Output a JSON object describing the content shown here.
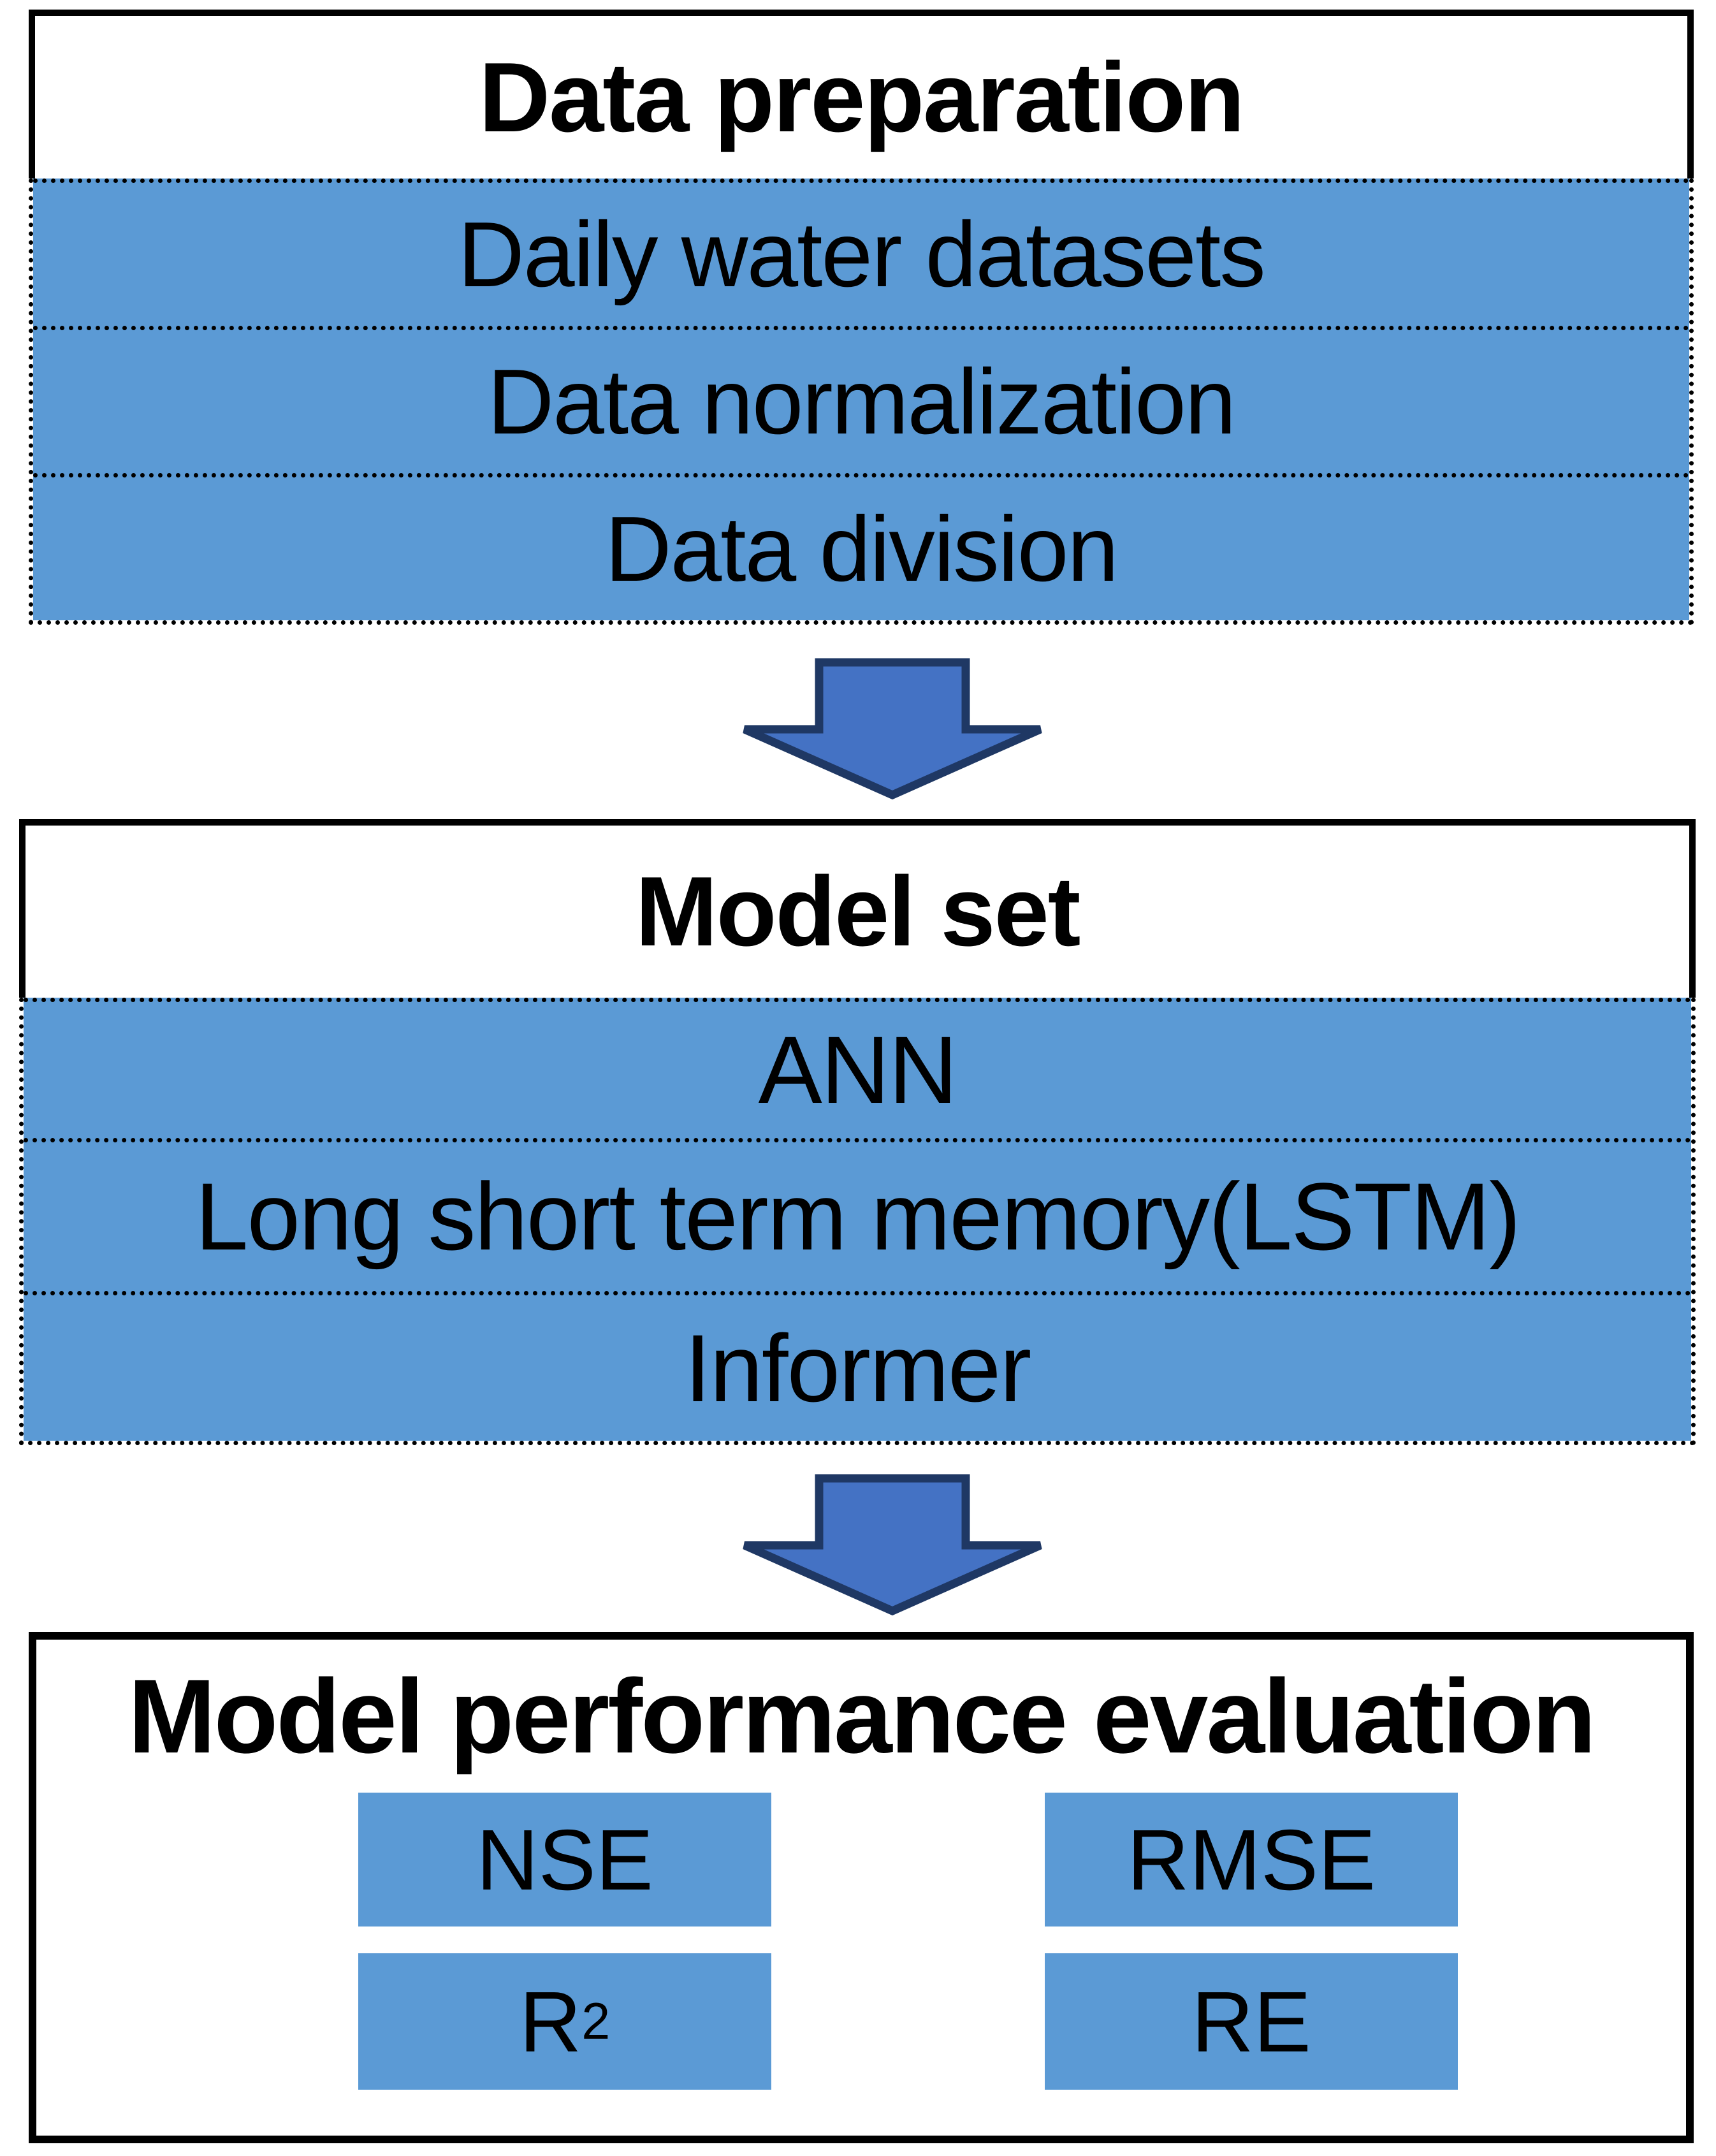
{
  "figure": {
    "boxes": [
      {
        "title": "Data preparation",
        "rows": [
          "Daily water datasets",
          "Data normalization",
          "Data division"
        ]
      },
      {
        "title": "Model set",
        "rows": [
          "ANN",
          "Long short term memory(LSTM)",
          "Informer"
        ]
      },
      {
        "title": "Model performance evaluation",
        "metrics": [
          {
            "label": "NSE"
          },
          {
            "label": "RMSE"
          },
          {
            "base": "R",
            "sup": "2"
          },
          {
            "label": "RE"
          }
        ]
      }
    ],
    "arrows": [
      "down-arrow",
      "down-arrow"
    ]
  },
  "colors": {
    "row_fill": "#5b9ad5",
    "metric_fill": "#5b9ad5",
    "arrow_fill": "#4472c4",
    "arrow_outline": "#1f3864",
    "border": "#000000",
    "text": "#000000",
    "background": "#ffffff"
  }
}
